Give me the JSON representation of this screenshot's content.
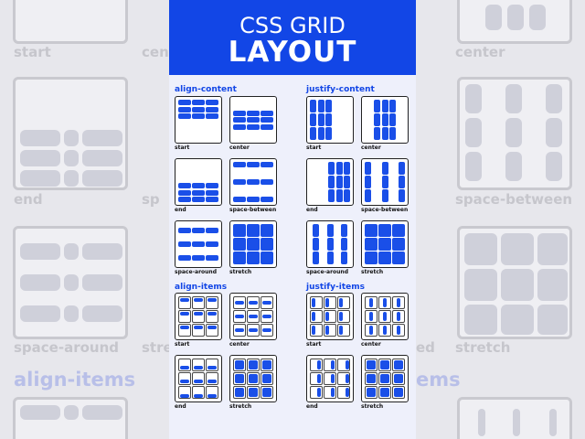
{
  "header": {
    "line1": "CSS GRID",
    "line2": "LAYOUT"
  },
  "background_labels": {
    "start": "start",
    "center": "center",
    "end": "end",
    "space_between": "space-between",
    "space_around": "space-around",
    "stretch": "stretch",
    "align_items": "align-items",
    "justify_items": "justify-items"
  },
  "sections": {
    "align_content": {
      "title": "align-content",
      "items": [
        "start",
        "center",
        "end",
        "space-between",
        "space-around",
        "stretch"
      ]
    },
    "justify_content": {
      "title": "justify-content",
      "items": [
        "start",
        "center",
        "end",
        "space-between",
        "space-around",
        "stretch"
      ]
    },
    "align_items": {
      "title": "align-items",
      "items": [
        "start",
        "center",
        "end",
        "stretch"
      ]
    },
    "justify_items": {
      "title": "justify-items",
      "items": [
        "start",
        "center",
        "end",
        "stretch"
      ]
    }
  },
  "colors": {
    "brand": "#1246e6",
    "cell": "#1a4fe8"
  }
}
